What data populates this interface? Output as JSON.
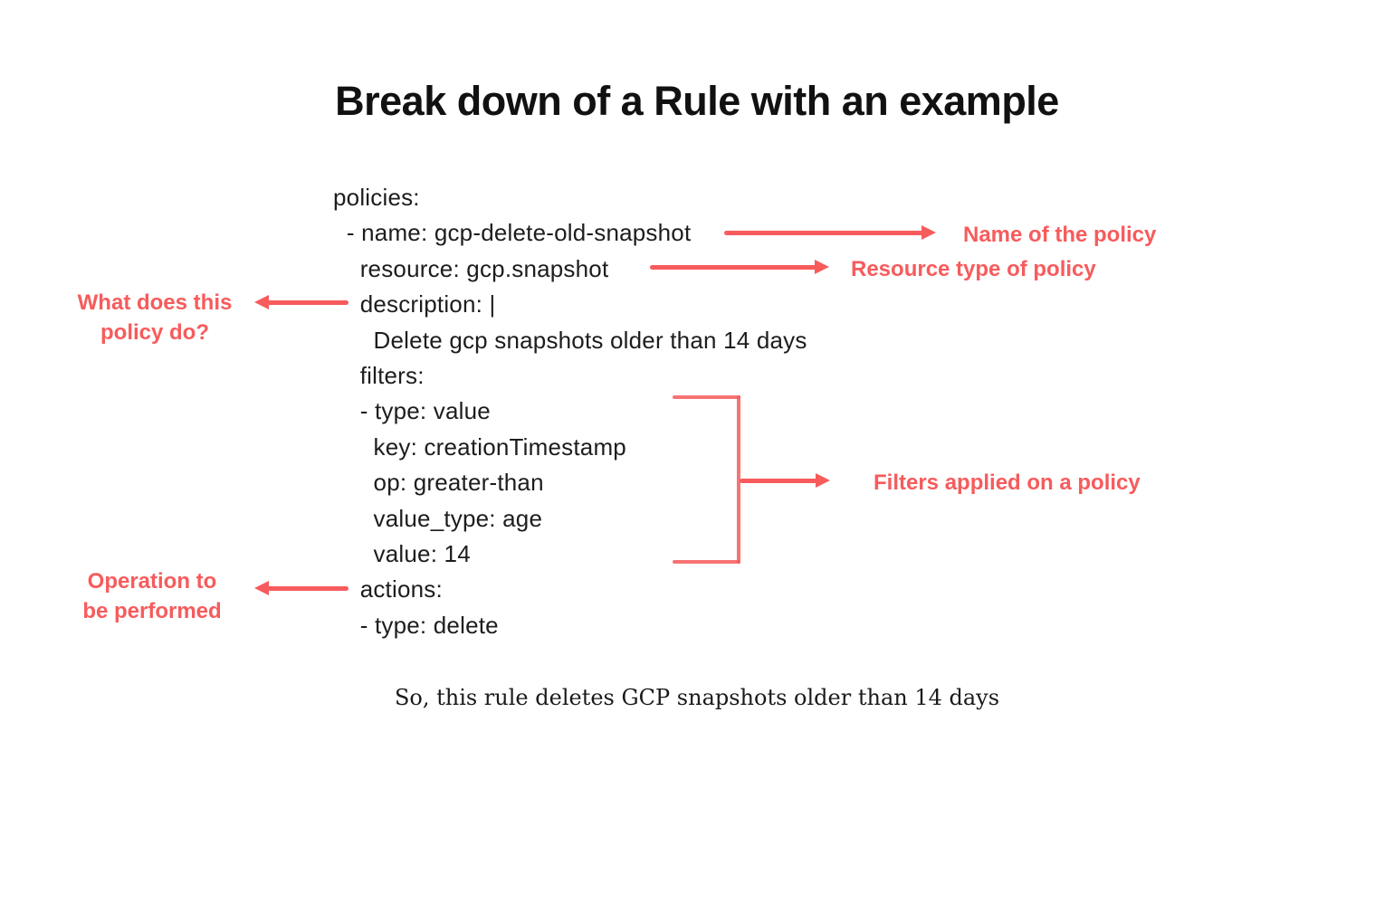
{
  "title": "Break down of a Rule with an example",
  "yaml": {
    "lines": [
      "policies:",
      "  - name: gcp-delete-old-snapshot",
      "    resource: gcp.snapshot",
      "    description: |",
      "      Delete gcp snapshots older than 14 days",
      "    filters:",
      "    - type: value",
      "      key: creationTimestamp",
      "      op: greater-than",
      "      value_type: age",
      "      value: 14",
      "    actions:",
      "    - type: delete"
    ]
  },
  "annotations": {
    "name": "Name of the policy",
    "resource": "Resource type of policy",
    "description": "What does this policy do?",
    "filters": "Filters applied on a policy",
    "actions": "Operation to be performed"
  },
  "footer": "So, this rule deletes GCP snapshots older than 14 days",
  "colors": {
    "accent": "#F75B5C",
    "text": "#1D1D1D",
    "title": "#111111",
    "background": "#FFFFFF"
  }
}
